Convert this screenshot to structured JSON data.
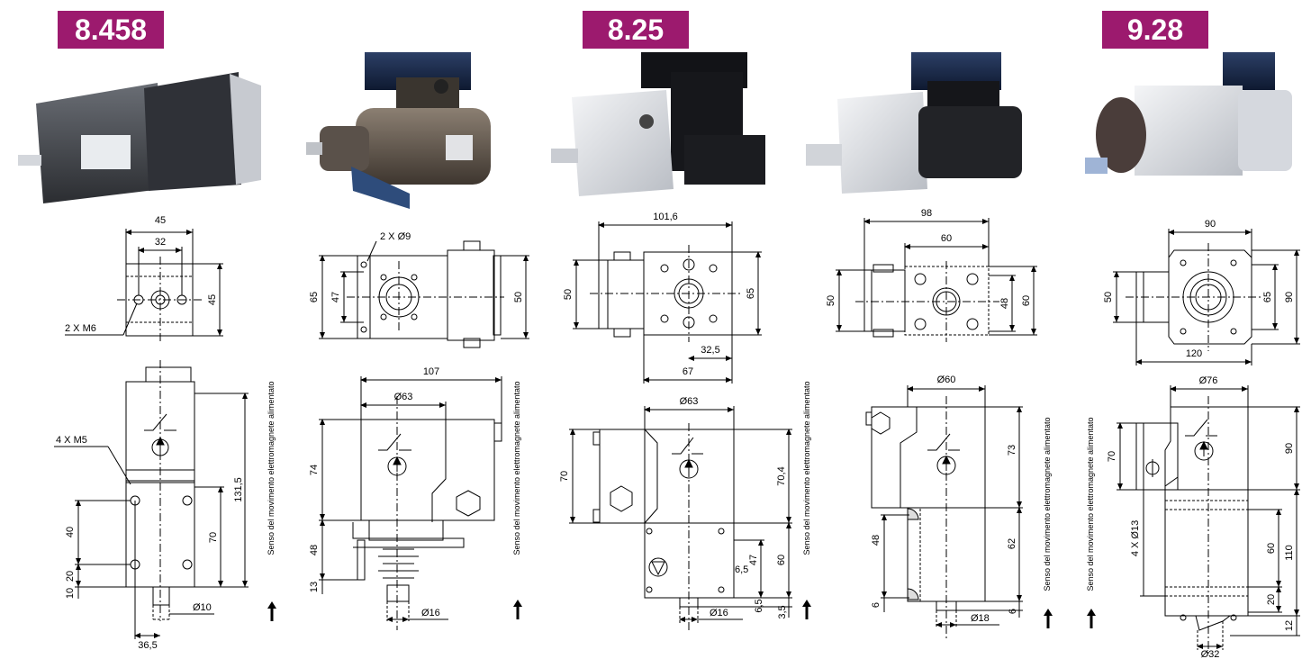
{
  "badges": [
    "8.458",
    "8.25",
    "9.28"
  ],
  "vertical_note": "Senso del movimento elettromagnete alimentato",
  "products": [
    {
      "top": {
        "width": "45",
        "inner": "32",
        "height": "45",
        "holes": "2 X M6"
      },
      "side": {
        "thread": "4 X M5",
        "total": "131,5",
        "d70": "70",
        "d40": "40",
        "d20": "20",
        "d10": "10",
        "shaft": "Ø10",
        "offset": "36,5"
      }
    },
    {
      "top": {
        "holes": "2 X Ø9",
        "h65": "65",
        "h47": "47",
        "h50": "50"
      },
      "side": {
        "len": "107",
        "dia": "Ø63",
        "d74": "74",
        "d48": "48",
        "d13": "13",
        "shaft": "Ø16"
      }
    },
    {
      "top": {
        "width": "101,6",
        "h50": "50",
        "h65": "65",
        "d325": "32,5",
        "d67": "67"
      },
      "side": {
        "dia": "Ø63",
        "d70": "70",
        "d704": "70,4",
        "d60": "60",
        "d47": "47",
        "d65": "6,5",
        "d65b": "6,5",
        "d35": "3,5",
        "shaft": "Ø16"
      }
    },
    {
      "top": {
        "width": "98",
        "inner": "60",
        "h50": "50",
        "h48": "48",
        "h60": "60"
      },
      "side": {
        "dia": "Ø60",
        "d73": "73",
        "d62": "62",
        "d48": "48",
        "d6": "6",
        "d6b": "6",
        "shaft": "Ø18"
      }
    },
    {
      "top": {
        "width": "90",
        "len": "120",
        "h50": "50",
        "h65": "65",
        "h90": "90"
      },
      "side": {
        "dia": "Ø76",
        "d70": "70",
        "d90": "90",
        "holes": "4 X Ø13",
        "d60": "60",
        "d20": "20",
        "d110": "110",
        "d12": "12",
        "shaft": "Ø32"
      }
    }
  ]
}
